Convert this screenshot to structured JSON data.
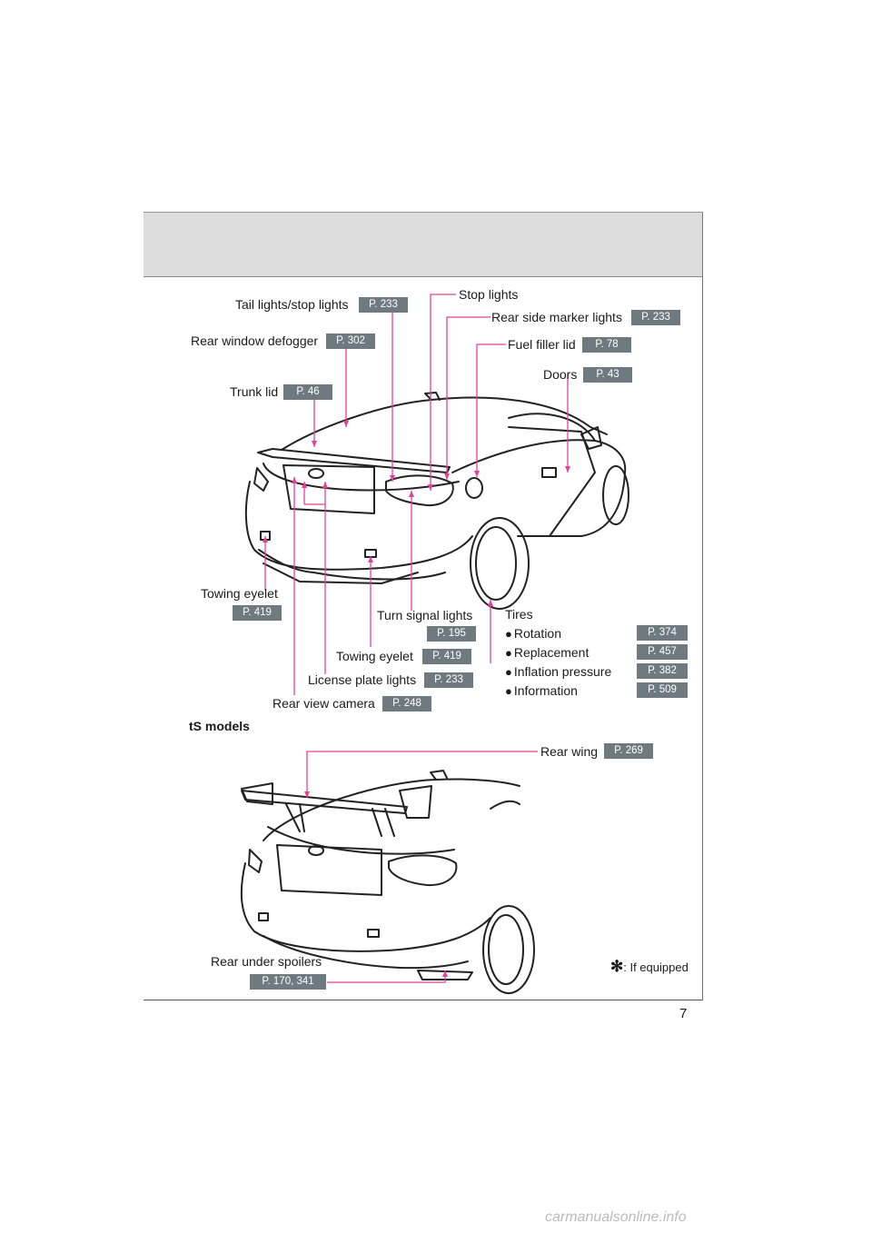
{
  "callouts": {
    "tail_lights": {
      "label": "Tail lights/stop lights",
      "page": "P. 233"
    },
    "stop_lights": {
      "label": "Stop lights"
    },
    "rear_side_marker": {
      "label": "Rear side marker lights",
      "page": "P. 233"
    },
    "rear_window_defogger": {
      "label": "Rear window defogger",
      "page": "P. 302"
    },
    "fuel_filler_lid": {
      "label": "Fuel filler lid",
      "page": "P. 78"
    },
    "doors": {
      "label": "Doors",
      "page": "P. 43"
    },
    "trunk_lid": {
      "label": "Trunk lid",
      "page": "P. 46"
    },
    "towing_eyelet_left": {
      "label": "Towing eyelet",
      "page": "P. 419"
    },
    "turn_signal": {
      "label": "Turn signal lights",
      "page": "P. 195"
    },
    "towing_eyelet_center": {
      "label": "Towing eyelet",
      "page": "P. 419"
    },
    "license_plate": {
      "label": "License plate lights",
      "page": "P. 233"
    },
    "rear_view_camera": {
      "label": "Rear view camera",
      "page": "P. 248"
    },
    "rear_wing": {
      "label": "Rear wing",
      "page": "P. 269"
    },
    "rear_under_spoilers": {
      "label": "Rear under spoilers",
      "page": "P. 170, 341"
    }
  },
  "tires": {
    "title": "Tires",
    "items": [
      {
        "label": "Rotation",
        "page": "P. 374"
      },
      {
        "label": "Replacement",
        "page": "P. 457"
      },
      {
        "label": "Inflation pressure",
        "page": "P. 382"
      },
      {
        "label": "Information",
        "page": "P. 509"
      }
    ]
  },
  "section_label": "tS models",
  "footnote": {
    "symbol": "✻",
    "text": ": If equipped"
  },
  "page_number": "7",
  "watermark": "carmanualsonline.info",
  "colors": {
    "leader": "#e8409a",
    "badge": "#6f7a80",
    "header_band": "#dcdcdc"
  }
}
